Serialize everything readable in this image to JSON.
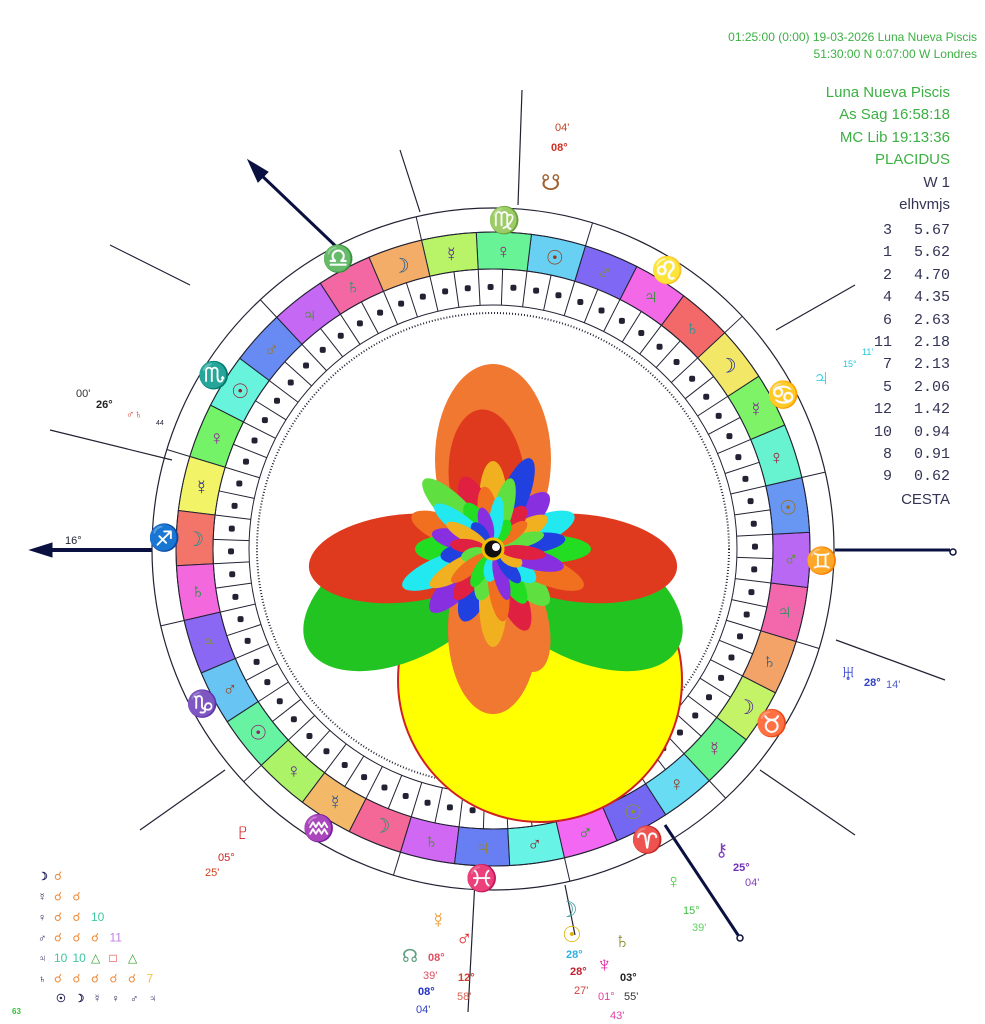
{
  "header": {
    "line1": "01:25:00 (0:00) 19-03-2026  Luna Nueva Piscis",
    "line2": "51:30:00 N  0:07:00 W  Londres"
  },
  "info": {
    "title": "Luna Nueva Piscis",
    "asc": "As Sag  16:58:18",
    "mc": "MC Lib  19:13:36",
    "system": "PLACIDUS",
    "w": "W 1",
    "code": "elhvmjs"
  },
  "scores": [
    {
      "k": "3",
      "v": "5.67"
    },
    {
      "k": "1",
      "v": "5.62"
    },
    {
      "k": "2",
      "v": "4.70"
    },
    {
      "k": "4",
      "v": "4.35"
    },
    {
      "k": "6",
      "v": "2.63"
    },
    {
      "k": "11",
      "v": "2.18"
    },
    {
      "k": "7",
      "v": "2.13"
    },
    {
      "k": "5",
      "v": "2.06"
    },
    {
      "k": "12",
      "v": "1.42"
    },
    {
      "k": "10",
      "v": "0.94"
    },
    {
      "k": "8",
      "v": "0.91"
    },
    {
      "k": "9",
      "v": "0.62"
    }
  ],
  "scores_footer": "CESTA",
  "signs": [
    "♈",
    "♉",
    "♊",
    "♋",
    "♌",
    "♍",
    "♎",
    "♏",
    "♐",
    "♑",
    "♒",
    "♓"
  ],
  "sign_colors": [
    "#e6148c",
    "#e8305a",
    "#f05a1e",
    "#20c8e0",
    "#b4d82a",
    "#3cc83c",
    "#3cc83c",
    "#f08c1e",
    "#20a8e8",
    "#2050d0",
    "#7040d0",
    "#a020d0"
  ],
  "decan_rulers": [
    "♂",
    "☉",
    "♀",
    "☿",
    "☽",
    "♄",
    "♃",
    "♂",
    "☉",
    "♀",
    "☿",
    "☽",
    "♄",
    "♃",
    "♂",
    "☉",
    "♀",
    "☿",
    "☽",
    "♄",
    "♃",
    "♂",
    "☉",
    "♀",
    "☿",
    "☽",
    "♄",
    "♃",
    "♂",
    "☉",
    "♀",
    "☿",
    "☽",
    "♄",
    "♃",
    "♂"
  ],
  "asc_longitude": 256.97,
  "planets": {
    "south_node": {
      "glyph": "☋",
      "deg": "08°",
      "min": "04'"
    },
    "mars_saturn_left": {
      "glyph": "♂♄",
      "deg": "26°",
      "min": "00'",
      "extra": "44"
    },
    "asc_label": {
      "deg": "16°"
    },
    "jupiter": {
      "glyph": "♃",
      "deg": "15°",
      "min": "11'"
    },
    "uranus": {
      "glyph": "♅",
      "deg": "28°",
      "min": "14'"
    },
    "chiron": {
      "glyph": "⚷",
      "deg": "25°",
      "min": "04'"
    },
    "venus": {
      "glyph": "♀",
      "deg": "15°",
      "min": "39'"
    },
    "pluto": {
      "glyph": "♇",
      "deg": "05°",
      "min": "25'"
    },
    "mercury": {
      "glyph": "☿",
      "deg": "08°",
      "min": "04'"
    },
    "north_node": {
      "glyph": "☊",
      "deg": "08°",
      "min": "39'"
    },
    "mars": {
      "glyph": "♂",
      "deg": "12°",
      "min": "58'"
    },
    "moon": {
      "glyph": "☽",
      "deg": "28°"
    },
    "sun": {
      "glyph": "☉",
      "deg": "28°",
      "min": "27'"
    },
    "neptune": {
      "glyph": "♆",
      "deg": "01°",
      "min": "43'"
    },
    "saturn": {
      "glyph": "♄",
      "deg": "03°",
      "min": "55'"
    }
  },
  "aspect_grid": {
    "rows": [
      {
        "planet": "☽",
        "cells": [
          {
            "t": "☌",
            "c": "#f08c3c"
          }
        ]
      },
      {
        "planet": "☿",
        "cells": [
          {
            "t": "☌",
            "c": "#f08c3c"
          },
          {
            "t": "☌",
            "c": "#f08c3c"
          }
        ]
      },
      {
        "planet": "♀",
        "cells": [
          {
            "t": "☌",
            "c": "#f08c3c"
          },
          {
            "t": "☌",
            "c": "#f08c3c"
          },
          {
            "t": "10",
            "c": "#40c8a0"
          }
        ]
      },
      {
        "planet": "♂",
        "cells": [
          {
            "t": "☌",
            "c": "#f08c3c"
          },
          {
            "t": "☌",
            "c": "#f08c3c"
          },
          {
            "t": "☌",
            "c": "#f08c3c"
          },
          {
            "t": "11",
            "c": "#c080e0"
          }
        ]
      },
      {
        "planet": "♃",
        "cells": [
          {
            "t": "10",
            "c": "#40c8a0"
          },
          {
            "t": "10",
            "c": "#40c8a0"
          },
          {
            "t": "△",
            "c": "#30a030"
          },
          {
            "t": "□",
            "c": "#e02020"
          },
          {
            "t": "△",
            "c": "#30a030"
          }
        ]
      },
      {
        "planet": "♄",
        "cells": [
          {
            "t": "☌",
            "c": "#f08c3c"
          },
          {
            "t": "☌",
            "c": "#f08c3c"
          },
          {
            "t": "☌",
            "c": "#f08c3c"
          },
          {
            "t": "☌",
            "c": "#f08c3c"
          },
          {
            "t": "☌",
            "c": "#f08c3c"
          },
          {
            "t": "7",
            "c": "#f0c040"
          }
        ]
      }
    ],
    "footer": [
      "☉",
      "☽",
      "☿",
      "♀",
      "♂",
      "♃"
    ],
    "count": "63"
  }
}
